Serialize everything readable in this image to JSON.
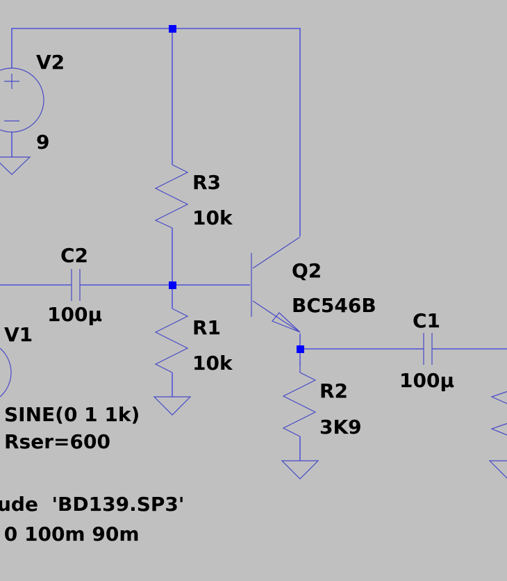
{
  "schematic": {
    "background_color": "#c0c0c0",
    "wire_color": "#3a3ae0",
    "junction_color": "#0000ff",
    "components": {
      "V2": {
        "name": "V2",
        "value": "9"
      },
      "R3": {
        "name": "R3",
        "value": "10k"
      },
      "C2": {
        "name": "C2",
        "value": "100µ"
      },
      "V1": {
        "name": "V1",
        "value_line1": "SINE(0 1 1k)",
        "value_line2": "Rser=600"
      },
      "R1": {
        "name": "R1",
        "value": "10k"
      },
      "Q2": {
        "name": "Q2",
        "value": "BC546B"
      },
      "C1": {
        "name": "C1",
        "value": "100µ"
      },
      "R2": {
        "name": "R2",
        "value": "3K9"
      }
    },
    "directives": {
      "include": "ude  'BD139.SP3'",
      "tran": " 0 100m 90m"
    }
  }
}
